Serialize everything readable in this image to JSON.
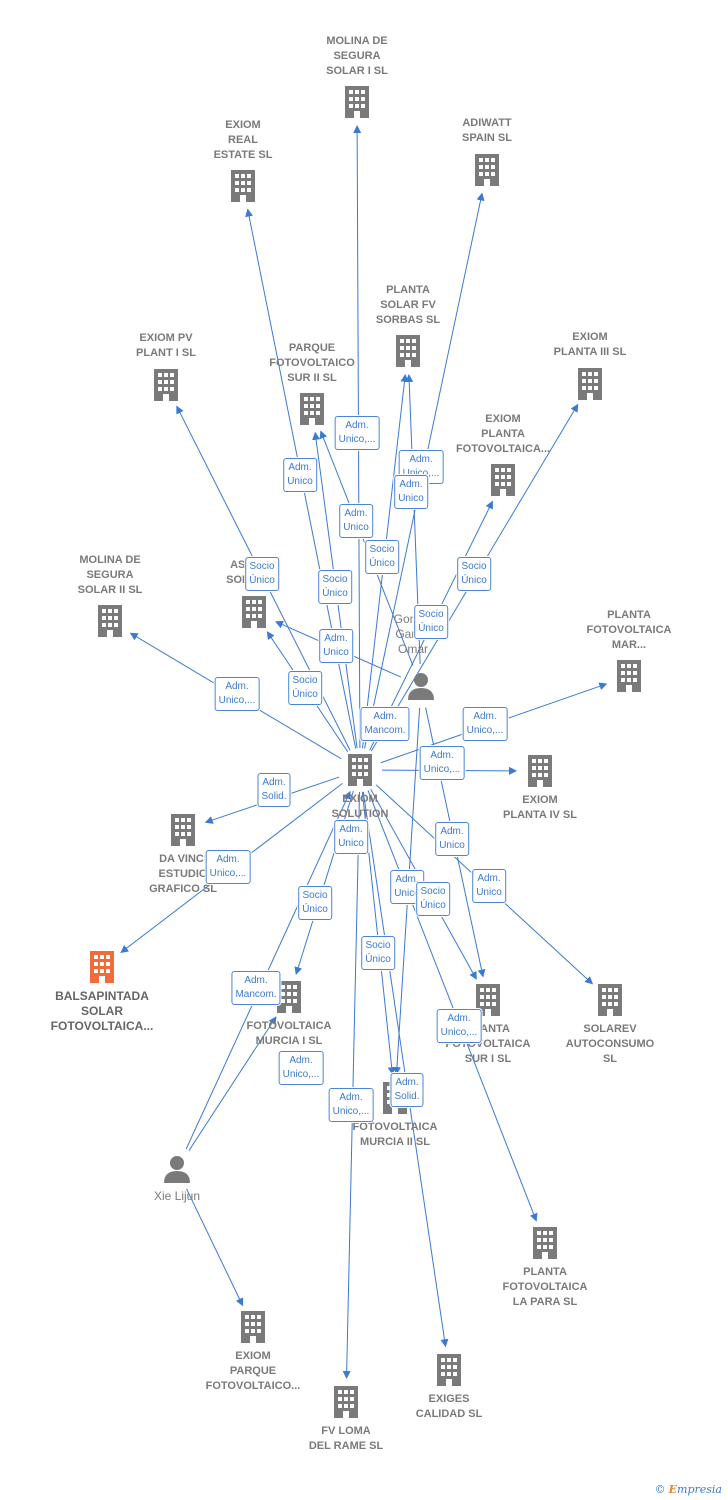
{
  "colors": {
    "edge": "#3b7ad0",
    "node": "#7a7a7a",
    "highlight": "#f26b3a"
  },
  "nodes": [
    {
      "id": "center",
      "label": "EXIOM\nSOLUTION\nSL",
      "type": "company"
    },
    {
      "id": "molina1",
      "label": "MOLINA DE\nSEGURA\nSOLAR I SL",
      "type": "company"
    },
    {
      "id": "realestate",
      "label": "EXIOM\nREAL\nESTATE SL",
      "type": "company"
    },
    {
      "id": "adiwatt",
      "label": "ADIWATT\nSPAIN SL",
      "type": "company"
    },
    {
      "id": "sorbas",
      "label": "PLANTA\nSOLAR FV\nSORBAS SL",
      "type": "company"
    },
    {
      "id": "pvplant1",
      "label": "EXIOM PV\nPLANT I SL",
      "type": "company"
    },
    {
      "id": "parque2",
      "label": "PARQUE\nFOTOVOLTAICO\nSUR II SL",
      "type": "company"
    },
    {
      "id": "planta3",
      "label": "EXIOM\nPLANTA III SL",
      "type": "company"
    },
    {
      "id": "plantafoto",
      "label": "EXIOM\nPLANTA\nFOTOVOLTAICA...",
      "type": "company"
    },
    {
      "id": "molina2",
      "label": "MOLINA DE\nSEGURA\nSOLAR II SL",
      "type": "company"
    },
    {
      "id": "aso",
      "label": "ASO\nSOL...",
      "type": "company"
    },
    {
      "id": "mar",
      "label": "PLANTA\nFOTOVOLTAICA\nMAR...",
      "type": "company"
    },
    {
      "id": "gomez",
      "label": "Gomez\nGarcia\nOmar",
      "type": "person"
    },
    {
      "id": "planta4",
      "label": "EXIOM\nPLANTA IV SL",
      "type": "company"
    },
    {
      "id": "davinci",
      "label": "DA VINCI\nESTUDIO\nGRAFICO SL",
      "type": "company"
    },
    {
      "id": "balsa",
      "label": "BALSAPINTADA\nSOLAR\nFOTOVOLTAICA...",
      "type": "company-highlight"
    },
    {
      "id": "murcia1",
      "label": "FOTOVOLTAICA\nMURCIA I SL",
      "type": "company"
    },
    {
      "id": "sur1",
      "label": "PLANTA\nFOTOVOLTAICA\nSUR I SL",
      "type": "company"
    },
    {
      "id": "solarev",
      "label": "SOLAREV\nAUTOCONSUMO\nSL",
      "type": "company"
    },
    {
      "id": "murcia2",
      "label": "FOTOVOLTAICA\nMURCIA II SL",
      "type": "company"
    },
    {
      "id": "xie",
      "label": "Xie Lijun",
      "type": "person"
    },
    {
      "id": "lapara",
      "label": "PLANTA\nFOTOVOLTAICA\nLA PARA SL",
      "type": "company"
    },
    {
      "id": "parquefoto",
      "label": "EXIOM\nPARQUE\nFOTOVOLTAICO...",
      "type": "company"
    },
    {
      "id": "loma",
      "label": "FV LOMA\nDEL RAME SL",
      "type": "company"
    },
    {
      "id": "exiges",
      "label": "EXIGES\nCALIDAD SL",
      "type": "company"
    }
  ],
  "edges": [
    {
      "from": "center",
      "to": "molina1"
    },
    {
      "from": "center",
      "to": "realestate"
    },
    {
      "from": "center",
      "to": "adiwatt"
    },
    {
      "from": "center",
      "to": "sorbas"
    },
    {
      "from": "center",
      "to": "pvplant1"
    },
    {
      "from": "center",
      "to": "parque2"
    },
    {
      "from": "center",
      "to": "planta3"
    },
    {
      "from": "center",
      "to": "plantafoto"
    },
    {
      "from": "center",
      "to": "molina2"
    },
    {
      "from": "center",
      "to": "aso"
    },
    {
      "from": "center",
      "to": "mar"
    },
    {
      "from": "center",
      "to": "planta4"
    },
    {
      "from": "center",
      "to": "davinci"
    },
    {
      "from": "center",
      "to": "balsa"
    },
    {
      "from": "center",
      "to": "murcia1"
    },
    {
      "from": "center",
      "to": "sur1"
    },
    {
      "from": "center",
      "to": "solarev"
    },
    {
      "from": "center",
      "to": "murcia2"
    },
    {
      "from": "center",
      "to": "lapara"
    },
    {
      "from": "center",
      "to": "exiges"
    },
    {
      "from": "gomez",
      "to": "sorbas"
    },
    {
      "from": "gomez",
      "to": "parque2"
    },
    {
      "from": "gomez",
      "to": "aso"
    },
    {
      "from": "gomez",
      "to": "sur1"
    },
    {
      "from": "gomez",
      "to": "murcia2"
    },
    {
      "from": "xie",
      "to": "center"
    },
    {
      "from": "xie",
      "to": "murcia1"
    },
    {
      "from": "xie",
      "to": "parquefoto"
    },
    {
      "from": "center",
      "to": "loma"
    }
  ],
  "badges": [
    {
      "text": "Adm.\nUnico,..."
    },
    {
      "text": "Adm.\nUnico"
    },
    {
      "text": "Adm.\nUnico,..."
    },
    {
      "text": "Adm.\nUnico"
    },
    {
      "text": "Adm.\nUnico"
    },
    {
      "text": "Socio\nÚnico"
    },
    {
      "text": "Socio\nÚnico"
    },
    {
      "text": "Socio\nÚnico"
    },
    {
      "text": "Socio\nÚnico"
    },
    {
      "text": "Socio\nÚnico"
    },
    {
      "text": "Socio\nÚnico"
    },
    {
      "text": "Adm.\nUnico"
    },
    {
      "text": "Adm.\nUnico,..."
    },
    {
      "text": "Adm.\nMancom."
    },
    {
      "text": "Adm.\nUnico,..."
    },
    {
      "text": "Adm.\nUnico,..."
    },
    {
      "text": "Adm.\nSolid."
    },
    {
      "text": "Adm.\nUnico"
    },
    {
      "text": "Adm.\nUnico,..."
    },
    {
      "text": "Adm.\nUnico"
    },
    {
      "text": "Adm.\nUnico"
    },
    {
      "text": "Adm.\nUnico"
    },
    {
      "text": "Socio\nÚnico"
    },
    {
      "text": "Socio\nÚnico"
    },
    {
      "text": "Socio\nÚnico"
    },
    {
      "text": "Adm.\nMancom."
    },
    {
      "text": "Adm.\nUnico,..."
    },
    {
      "text": "Adm.\nUnico,..."
    },
    {
      "text": "Adm.\nUnico,..."
    },
    {
      "text": "Adm.\nSolid."
    }
  ],
  "brand": {
    "copyright": "©",
    "name_first": "E",
    "name_rest": "mpresia"
  }
}
